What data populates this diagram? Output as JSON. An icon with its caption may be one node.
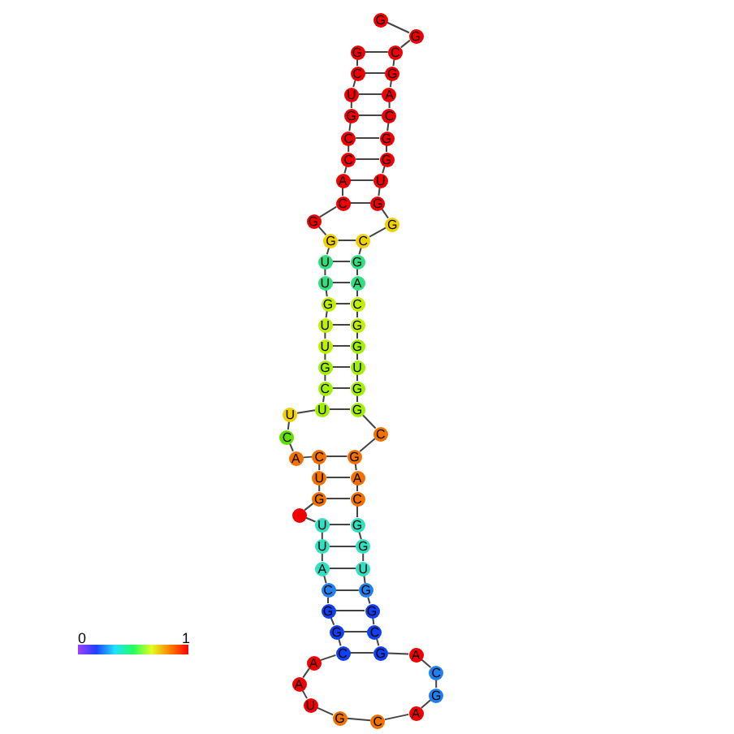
{
  "diagram": {
    "nodes": [
      {
        "text": [
          "G"
        ]
      },
      {
        "text": [
          "C"
        ]
      },
      {
        "text": [
          "U"
        ]
      },
      {
        "text": [
          "G"
        ]
      },
      {
        "text": [
          "C"
        ]
      },
      {
        "text": [
          "C"
        ]
      },
      {
        "text": [
          "A"
        ]
      },
      {
        "text": [
          "C"
        ]
      },
      {
        "text": [
          "G"
        ]
      },
      {
        "text": [
          "G"
        ]
      },
      {
        "text": [
          "U"
        ]
      },
      {
        "text": [
          "U"
        ]
      },
      {
        "text": [
          "G"
        ]
      },
      {
        "text": [
          "U"
        ]
      },
      {
        "text": [
          "U"
        ]
      },
      {
        "text": [
          "G"
        ]
      },
      {
        "text": [
          "C"
        ]
      },
      {
        "text": [
          "U"
        ]
      },
      {
        "text": [
          "U"
        ]
      },
      {
        "text": [
          "C"
        ]
      },
      {
        "text": [
          "A"
        ]
      },
      {
        "text": [
          "C"
        ]
      },
      {
        "text": [
          "U"
        ]
      },
      {
        "text": [
          "G"
        ]
      },
      {
        "text": [],
        "shape": "circle"
      },
      {
        "text": [
          "U"
        ]
      },
      {
        "text": [
          "U"
        ]
      },
      {
        "text": [
          "A"
        ]
      },
      {
        "text": [
          "C"
        ]
      },
      {
        "text": [
          "G"
        ]
      },
      {
        "text": [
          "G"
        ]
      },
      {
        "text": [
          "C"
        ]
      },
      {
        "text": [
          "A"
        ]
      },
      {
        "text": [
          "A"
        ]
      },
      {
        "text": [
          "U"
        ]
      },
      {
        "text": [
          "G"
        ]
      },
      {
        "text": [
          "C"
        ]
      },
      {
        "text": [
          "A"
        ]
      },
      {
        "text": [
          "G"
        ]
      },
      {
        "text": [
          "C"
        ]
      },
      {
        "text": [
          "A"
        ]
      },
      {
        "text": [
          "G"
        ]
      },
      {
        "text": [
          "C"
        ]
      },
      {
        "text": [
          "G"
        ]
      },
      {
        "text": [
          "G"
        ]
      },
      {
        "text": [
          "U"
        ]
      },
      {
        "text": [
          "G"
        ]
      },
      {
        "text": [
          "G"
        ]
      },
      {
        "text": [
          "C"
        ]
      },
      {
        "text": [
          "A"
        ]
      },
      {
        "text": [
          "G"
        ]
      },
      {
        "text": [
          "C"
        ]
      },
      {
        "text": [
          "G"
        ]
      },
      {
        "text": [
          "G"
        ]
      },
      {
        "text": [
          "U"
        ]
      },
      {
        "text": [
          "G"
        ]
      },
      {
        "text": [
          "G"
        ]
      },
      {
        "text": [
          "C"
        ]
      },
      {
        "text": [
          "A"
        ]
      },
      {
        "text": [
          "G"
        ]
      },
      {
        "text": [
          "C"
        ]
      },
      {
        "text": [
          "G"
        ]
      },
      {
        "text": [
          "G"
        ]
      },
      {
        "text": [
          "U"
        ]
      },
      {
        "text": [
          "G"
        ]
      },
      {
        "text": [
          "G"
        ]
      },
      {
        "text": [
          "C"
        ]
      },
      {
        "text": [
          "A"
        ]
      },
      {
        "text": [
          "G"
        ]
      },
      {
        "text": [
          "C"
        ]
      },
      {
        "text": [
          "G"
        ]
      },
      {
        "text": [
          "G"
        ]
      }
    ],
    "edges": [
      {
        "from": 0,
        "to": 1,
        "arrow": "none"
      },
      {
        "from": 1,
        "to": 2,
        "arrow": "none"
      },
      {
        "from": 2,
        "to": 3,
        "arrow": "none"
      },
      {
        "from": 3,
        "to": 4,
        "arrow": "none"
      },
      {
        "from": 4,
        "to": 5,
        "arrow": "none"
      },
      {
        "from": 5,
        "to": 6,
        "arrow": "none"
      },
      {
        "from": 6,
        "to": 7,
        "arrow": "none"
      },
      {
        "from": 7,
        "to": 8,
        "arrow": "none"
      },
      {
        "from": 8,
        "to": 9,
        "arrow": "none"
      },
      {
        "from": 9,
        "to": 10,
        "arrow": "none"
      },
      {
        "from": 10,
        "to": 11,
        "arrow": "none"
      },
      {
        "from": 11,
        "to": 12,
        "arrow": "none"
      },
      {
        "from": 12,
        "to": 13,
        "arrow": "none"
      },
      {
        "from": 13,
        "to": 14,
        "arrow": "none"
      },
      {
        "from": 14,
        "to": 15,
        "arrow": "none"
      },
      {
        "from": 15,
        "to": 16,
        "arrow": "none"
      },
      {
        "from": 16,
        "to": 17,
        "arrow": "none"
      },
      {
        "from": 17,
        "to": 18,
        "arrow": "none"
      },
      {
        "from": 18,
        "to": 19,
        "arrow": "none"
      },
      {
        "from": 19,
        "to": 20,
        "arrow": "none"
      },
      {
        "from": 20,
        "to": 21,
        "arrow": "none"
      },
      {
        "from": 21,
        "to": 22,
        "arrow": "none"
      },
      {
        "from": 22,
        "to": 23,
        "arrow": "none"
      },
      {
        "from": 23,
        "to": 24,
        "arrow": "none"
      },
      {
        "from": 24,
        "to": 25,
        "arrow": "none"
      },
      {
        "from": 25,
        "to": 26,
        "arrow": "none"
      },
      {
        "from": 26,
        "to": 27,
        "arrow": "none"
      },
      {
        "from": 27,
        "to": 28,
        "arrow": "none"
      },
      {
        "from": 28,
        "to": 29,
        "arrow": "none"
      },
      {
        "from": 29,
        "to": 30,
        "arrow": "none"
      },
      {
        "from": 30,
        "to": 31,
        "arrow": "none"
      },
      {
        "from": 31,
        "to": 32,
        "arrow": "none"
      },
      {
        "from": 32,
        "to": 33,
        "arrow": "none"
      },
      {
        "from": 33,
        "to": 34,
        "arrow": "none"
      },
      {
        "from": 34,
        "to": 35,
        "arrow": "none"
      },
      {
        "from": 35,
        "to": 36,
        "arrow": "none"
      },
      {
        "from": 36,
        "to": 37,
        "arrow": "none"
      },
      {
        "from": 37,
        "to": 38,
        "arrow": "none"
      },
      {
        "from": 38,
        "to": 39,
        "arrow": "none"
      },
      {
        "from": 39,
        "to": 40,
        "arrow": "none"
      },
      {
        "from": 40,
        "to": 41,
        "arrow": "none"
      },
      {
        "from": 41,
        "to": 42,
        "arrow": "none"
      },
      {
        "from": 42,
        "to": 43,
        "arrow": "none"
      },
      {
        "from": 43,
        "to": 44,
        "arrow": "none"
      },
      {
        "from": 44,
        "to": 45,
        "arrow": "none"
      },
      {
        "from": 45,
        "to": 46,
        "arrow": "none"
      },
      {
        "from": 46,
        "to": 47,
        "arrow": "none"
      },
      {
        "from": 47,
        "to": 48,
        "arrow": "none"
      },
      {
        "from": 48,
        "to": 49,
        "arrow": "none"
      },
      {
        "from": 49,
        "to": 50,
        "arrow": "none"
      },
      {
        "from": 50,
        "to": 51,
        "arrow": "none"
      },
      {
        "from": 51,
        "to": 52,
        "arrow": "none"
      },
      {
        "from": 52,
        "to": 53,
        "arrow": "none"
      },
      {
        "from": 53,
        "to": 54,
        "arrow": "none"
      },
      {
        "from": 54,
        "to": 55,
        "arrow": "none"
      },
      {
        "from": 55,
        "to": 56,
        "arrow": "none"
      },
      {
        "from": 56,
        "to": 57,
        "arrow": "none"
      },
      {
        "from": 57,
        "to": 58,
        "arrow": "none"
      },
      {
        "from": 58,
        "to": 59,
        "arrow": "none"
      },
      {
        "from": 59,
        "to": 60,
        "arrow": "none"
      },
      {
        "from": 60,
        "to": 61,
        "arrow": "none"
      },
      {
        "from": 61,
        "to": 62,
        "arrow": "none"
      },
      {
        "from": 62,
        "to": 63,
        "arrow": "none"
      },
      {
        "from": 63,
        "to": 64,
        "arrow": "none"
      },
      {
        "from": 64,
        "to": 65,
        "arrow": "none"
      },
      {
        "from": 65,
        "to": 66,
        "arrow": "none"
      },
      {
        "from": 66,
        "to": 67,
        "arrow": "none"
      },
      {
        "from": 67,
        "to": 68,
        "arrow": "none"
      },
      {
        "from": 68,
        "to": 69,
        "arrow": "none"
      },
      {
        "from": 69,
        "to": 70,
        "arrow": "none"
      },
      {
        "from": 70,
        "to": 71,
        "arrow": "none"
      },
      {
        "from": 0,
        "to": 69,
        "arrow": "none"
      },
      {
        "from": 1,
        "to": 68,
        "arrow": "none"
      },
      {
        "from": 2,
        "to": 67,
        "arrow": "none"
      },
      {
        "from": 3,
        "to": 66,
        "arrow": "none"
      },
      {
        "from": 4,
        "to": 65,
        "arrow": "none"
      },
      {
        "from": 5,
        "to": 64,
        "arrow": "none"
      },
      {
        "from": 6,
        "to": 63,
        "arrow": "none"
      },
      {
        "from": 7,
        "to": 62,
        "arrow": "none"
      },
      {
        "from": 9,
        "to": 60,
        "arrow": "none"
      },
      {
        "from": 10,
        "to": 59,
        "arrow": "none"
      },
      {
        "from": 11,
        "to": 58,
        "arrow": "none"
      },
      {
        "from": 12,
        "to": 57,
        "arrow": "none"
      },
      {
        "from": 13,
        "to": 56,
        "arrow": "none"
      },
      {
        "from": 14,
        "to": 55,
        "arrow": "none"
      },
      {
        "from": 15,
        "to": 54,
        "arrow": "none"
      },
      {
        "from": 16,
        "to": 53,
        "arrow": "none"
      },
      {
        "from": 17,
        "to": 52,
        "arrow": "none"
      },
      {
        "from": 21,
        "to": 50,
        "arrow": "none"
      },
      {
        "from": 22,
        "to": 49,
        "arrow": "none"
      },
      {
        "from": 23,
        "to": 48,
        "arrow": "none"
      },
      {
        "from": 25,
        "to": 47,
        "arrow": "none"
      },
      {
        "from": 26,
        "to": 46,
        "arrow": "none"
      },
      {
        "from": 27,
        "to": 45,
        "arrow": "none"
      },
      {
        "from": 28,
        "to": 44,
        "arrow": "none"
      },
      {
        "from": 29,
        "to": 43,
        "arrow": "none"
      },
      {
        "from": 30,
        "to": 42,
        "arrow": "none"
      },
      {
        "from": 31,
        "to": 41,
        "arrow": "none"
      }
    ],
    "labels": [
      "0",
      "1"
    ]
  }
}
